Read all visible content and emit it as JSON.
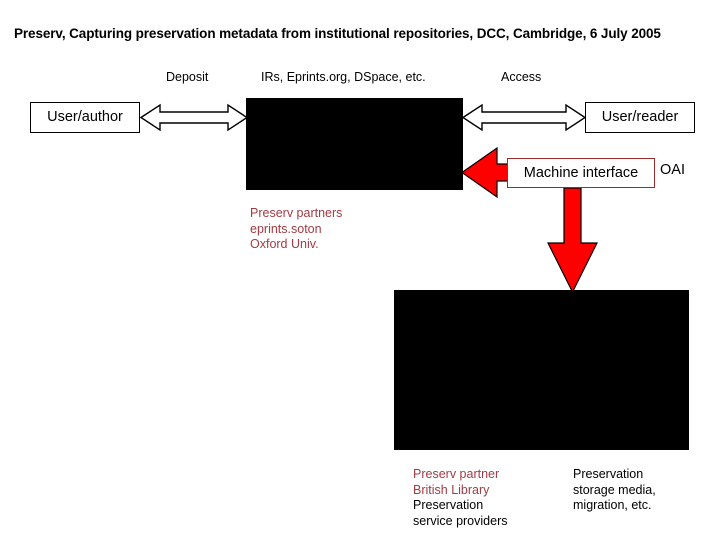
{
  "slide": {
    "title": "Preserv, Capturing preservation metadata from institutional repositories, DCC, Cambridge, 6 July 2005",
    "background_color": "#ffffff"
  },
  "colors": {
    "node_fill": "#000000",
    "arrow_red": "#ff0000",
    "border_red": "#9e2b2b",
    "annotation_red": "#a33b44",
    "text_black": "#000000"
  },
  "captions": {
    "deposit": "Deposit",
    "repositories": "IRs, Eprints.org, DSpace, etc.",
    "access": "Access"
  },
  "nodes": {
    "user_author": "User/author",
    "user_reader": "User/reader",
    "machine_interface": "Machine interface",
    "oai": "OAI"
  },
  "annotations": {
    "preserv_partners": {
      "line1": "Preserv partners",
      "line2": "eprints.soton",
      "line3": "Oxford Univ."
    },
    "british_library": {
      "line1": "Preserv partner",
      "line2": "British Library",
      "line3": "Preservation",
      "line4": "service providers"
    },
    "storage_media": {
      "line1": "Preservation",
      "line2": "storage media,",
      "line3": "migration, etc."
    }
  }
}
